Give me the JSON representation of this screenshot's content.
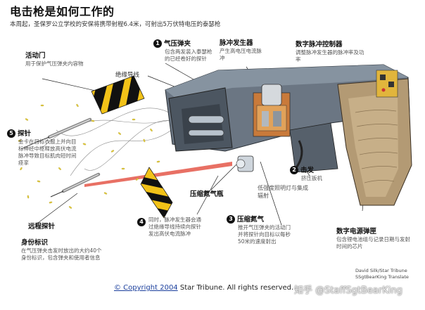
{
  "title": "电击枪是如何工作的",
  "subtitle": "本周起，圣保罗公立学校的安保将携带射程6.4米，可射出5万伏特电压的泰瑟枪",
  "callouts": {
    "door": {
      "head": "活动门",
      "body": "用于保护气压弹夹内容物"
    },
    "insulated_wire": {
      "head": "绝缘导线"
    },
    "probe": {
      "num": "5",
      "head": "探针",
      "body": "金卡在目标衣服上并向目标神经中枢释放高伏电流脉冲导致目标肌肉短时间痉挛"
    },
    "remote_probe": {
      "head": "远程探针"
    },
    "id_tags": {
      "head": "身份标识",
      "body": "在气压弹夹击发时放出的大约40个身份标识，包含弹夹和使用者信息"
    },
    "air_cartridge": {
      "num": "1",
      "head": "气压弹夹",
      "body": "包含两发装入泰瑟枪的已经卷好的探针"
    },
    "pulse_generator": {
      "head": "脉冲发生器",
      "body": "产生高电压电流脉冲"
    },
    "pulse_controller": {
      "head": "数字脉冲控制器",
      "body": "调整脉冲发生器的脉冲率及功率"
    },
    "compressed_bottle": {
      "head": "压缩氮气瓶"
    },
    "laser": {
      "body": "低强度照明灯与集成辐射"
    },
    "trigger": {
      "num": "2",
      "head": "击发",
      "body": "挤压扳机"
    },
    "simultaneous": {
      "num": "4",
      "body": "同时，脉冲发生器会通过绝缘导线持续向探针发出高伏电流脉冲"
    },
    "nitrogen": {
      "num": "3",
      "head": "压缩氮气",
      "body": "推开气压弹夹的活动门并将探针向目标以每秒50米的速度射出"
    },
    "power_magazine": {
      "head": "数字电源弹匣",
      "body": "包含锂电池组与记录日期与发射时间的芯片"
    }
  },
  "credit": {
    "line1": "David Silk/Star Tribune",
    "line2": "SSgtBearKing Translate"
  },
  "footer": {
    "copyright_link": "© Copyright 2004",
    "rest": " Star Tribune. All rights reserved."
  },
  "watermark": "知乎 @StaffSgtBearKing",
  "colors": {
    "gun_body": "#5e6a76",
    "gun_dark": "#3d4650",
    "grip": "#b39a74",
    "laser": "#d83a2a",
    "stripe": "#f2c218",
    "tag": "#e6cf3c"
  }
}
